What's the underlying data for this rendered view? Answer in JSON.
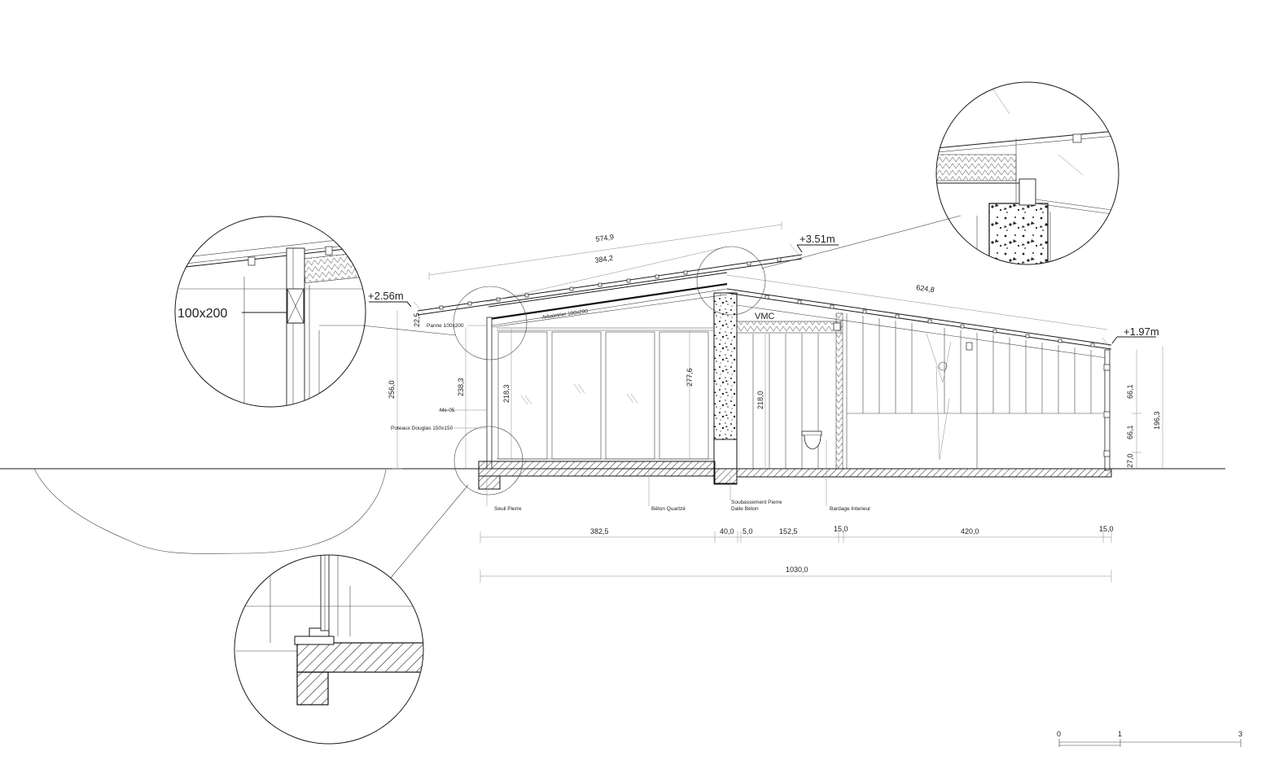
{
  "elevations": {
    "left": "+2.56m",
    "ridge": "+3.51m",
    "right": "+1.97m"
  },
  "labels": {
    "arbaletrier": "Arbaletrier 100x200",
    "panne": "Panne 100x200",
    "me05": "Me-05",
    "poteaux": "Poteaux Douglas 150x150",
    "seuil": "Seuil Pierre",
    "beton": "Béton Quartzé",
    "soubassement": "Soubassement Pierre",
    "dalle": "Dalle Béton",
    "bardage": "Bardage Interieur",
    "vmc": "VMC",
    "detail_section": "100x200"
  },
  "dimensions": {
    "roof_left_total": "574,9",
    "roof_left_inner": "384,2",
    "roof_right": "624,8",
    "left_slope": "22,5",
    "left_wall_height": "256,0",
    "left_glazing_height": "238,3",
    "inner_glazing_height": "218,3",
    "center_height": "277,6",
    "room_height": "218,0",
    "right_upper": "66,1",
    "right_mid": "66,1",
    "right_base": "27,0",
    "right_total": "196,3",
    "plan_1": "382,5",
    "plan_2": "40,0",
    "plan_3": "5,0",
    "plan_4": "152,5",
    "plan_5": "15,0",
    "plan_6": "420,0",
    "plan_7": "15,0",
    "overall": "1030,0"
  },
  "scale_bar": {
    "ticks": [
      "0",
      "1",
      "3"
    ]
  }
}
